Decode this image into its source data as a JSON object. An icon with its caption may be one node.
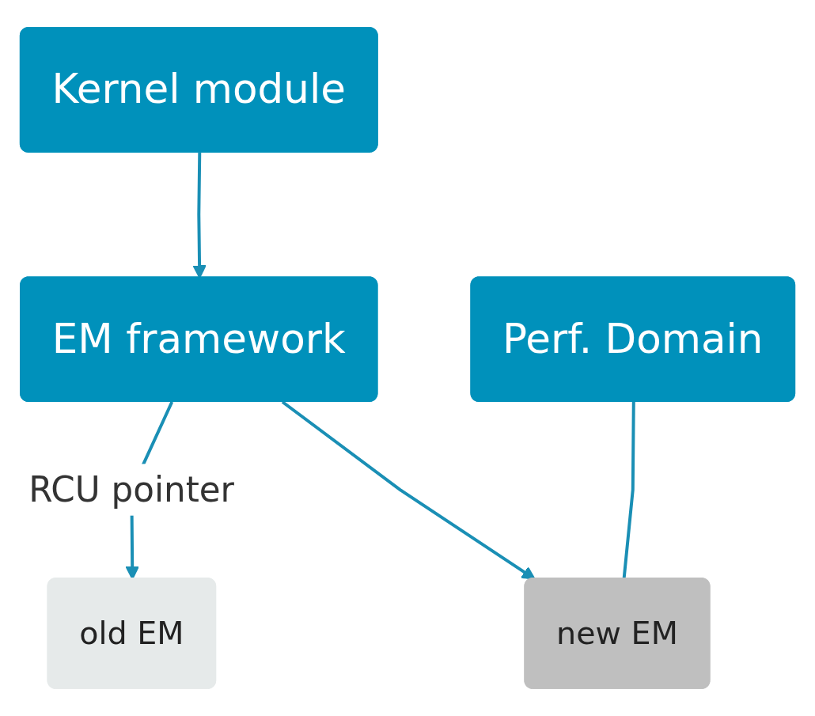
{
  "diagram": {
    "nodes": [
      {
        "text": [
          "Kernel module"
        ]
      },
      {
        "text": [
          "EM framework"
        ]
      },
      {
        "text": [
          "old EM"
        ]
      },
      {
        "text": [
          "new EM"
        ]
      },
      {
        "text": [
          "Perf. Domain"
        ]
      }
    ],
    "edges": [
      {
        "from": 0,
        "to": 1,
        "arrow": "to"
      },
      {
        "from": 1,
        "to": 2,
        "arrow": "to",
        "label": "RCU pointer"
      },
      {
        "from": 1,
        "to": 3,
        "arrow": "to"
      },
      {
        "from": 4,
        "to": 3,
        "arrow": "none"
      }
    ]
  }
}
